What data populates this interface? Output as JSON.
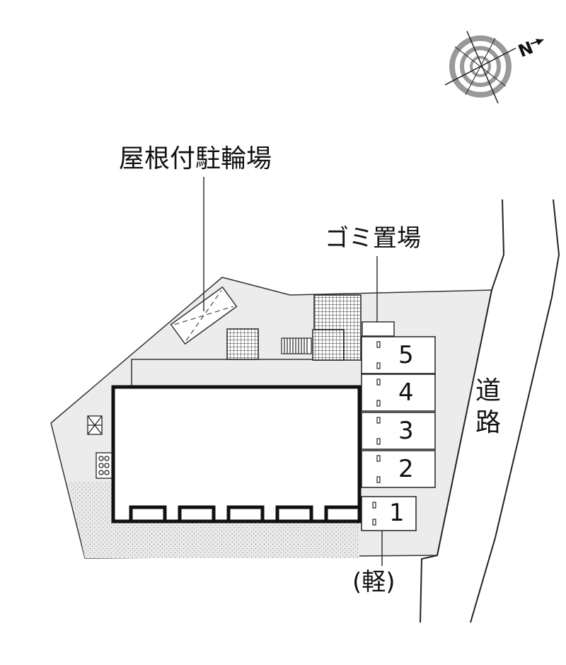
{
  "labels": {
    "bicycle_parking": "屋根付駐輪場",
    "garbage": "ゴミ置場",
    "road_line1": "道",
    "road_line2": "路",
    "kei": "(軽)"
  },
  "compass": {
    "north_letter": "N"
  },
  "parking_spaces": [
    {
      "number": "5"
    },
    {
      "number": "4"
    },
    {
      "number": "3"
    },
    {
      "number": "2"
    },
    {
      "number": "1"
    }
  ]
}
